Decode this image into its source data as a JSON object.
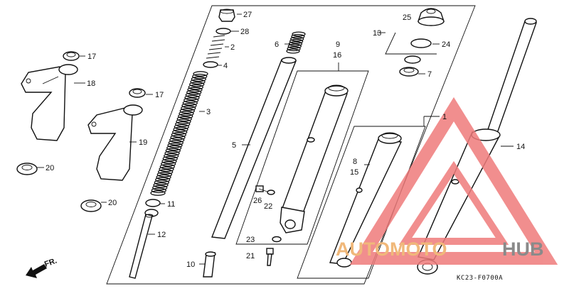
{
  "diagram": {
    "code": "KC23-F0700A",
    "direction": "FR.",
    "labels": {
      "p1": "1",
      "p2": "2",
      "p3": "3",
      "p4": "4",
      "p5": "5",
      "p6": "6",
      "p7": "7",
      "p8": "8",
      "p15": "15",
      "p9": "9",
      "p16": "16",
      "p10": "10",
      "p11": "11",
      "p12": "12",
      "p13": "13",
      "p14": "14",
      "p17a": "17",
      "p17b": "17",
      "p18": "18",
      "p19": "19",
      "p20a": "20",
      "p20b": "20",
      "p21": "21",
      "p22": "22",
      "p23": "23",
      "p24": "24",
      "p25": "25",
      "p26": "26",
      "p27": "27",
      "p28": "28"
    }
  },
  "watermark": {
    "brand_a": "AUTOMOTO",
    "brand_b": "HUB",
    "color_a": "#f0b87a",
    "color_b": "#8a8a8a",
    "triangle_color": "#ef7b7b"
  }
}
